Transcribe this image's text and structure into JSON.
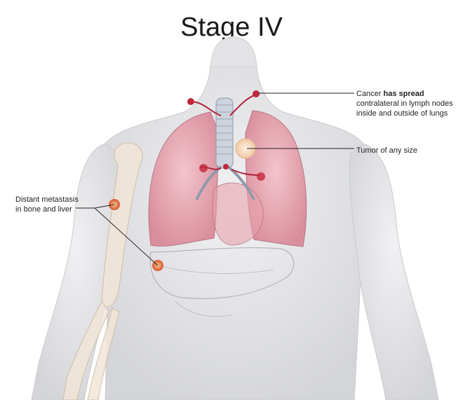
{
  "title": "Stage IV",
  "labels": {
    "spread_prefix": "Cancer ",
    "spread_bold": "has spread",
    "spread_rest": "contralateral in lymph nodes inside and outside of lungs",
    "tumor": "Tumor of any size",
    "metastasis_line1": "Distant metastasis",
    "metastasis_line2": "in bone and liver"
  },
  "colors": {
    "skin": "#e6e6e8",
    "lung": "#e9a9b4",
    "tumor": "#f6d9b0",
    "lymph": "#c0273a",
    "bone": "#efe3d3",
    "leader": "#222222"
  }
}
